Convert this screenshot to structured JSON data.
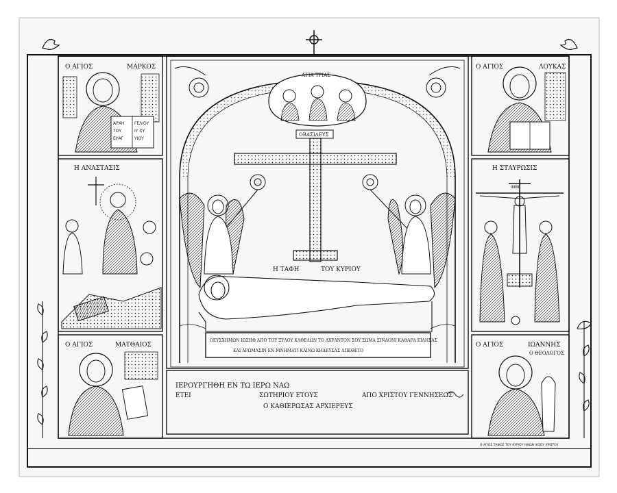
{
  "colors": {
    "ink": "#111111",
    "paper": "#f7f7f5",
    "background": "#ffffff"
  },
  "panels": {
    "mark": {
      "label_left": "Ο ΑΓΙΟΣ",
      "label_right": "ΜΑΡΚΟΣ",
      "book": [
        "ΑΡΧΗ",
        "ΤΟΥ",
        "ΕΥΑΓ",
        "ΓΕΛΙΟΥ",
        "ΙΥ ΧΥ",
        "ΥΙΟΥ"
      ]
    },
    "anastasis": {
      "label": "Η ΑΝΑΣΤΑΣΙΣ"
    },
    "matthew": {
      "label_left": "Ο ΑΓΙΟΣ",
      "label_right": "ΜΑΤΘΑΙΟΣ"
    },
    "luke": {
      "label_left": "Ο ΑΓΙΟΣ",
      "label_right": "ΛΟΥΚΑΣ"
    },
    "crucifixion": {
      "label": "Η ΣΤΑΥΡΩΣΙΣ",
      "inri": "ΙΝΒΙ"
    },
    "john": {
      "label_left": "Ο ΑΓΙΟΣ",
      "label_right": "ΙΩΑΝΝΗΣ",
      "sub": "Ο ΘΕΟΛΟΓΟΣ"
    }
  },
  "center": {
    "trinity_label": "ΑΓΙΑ ΤΡΙΑΣ",
    "cross_title": "ΟΒΑΣΙΛΕΥΣ",
    "cross_left": "Η ΤΑΦΗ",
    "cross_right": "ΤΟΥ ΚΥΡΙΟΥ",
    "tomb_line1": "ΟΕΥΣΧΗΜΩΝ ΙΩΣΗΦ ΑΠΟ ΤΟΥ ΞΥΛΟΥ ΚΑΘΕΛΩΝ ΤΟ ΑΧΡΑΝΤΟΝ ΣΟΥ ΣΩΜΑ ΣΙΝΔΟΝΙ ΚΑΘΑΡΑ ΕΙΛΗΣΑΣ",
    "tomb_line2": "ΚΑΙ ΑΡΩΜΑΣΙΝ ΕΝ ΜΝΗΜΑΤΙ ΚΑΙΝΩ ΚΗΔΕΥΣΑΣ ΑΠΕΘΕΤΟ"
  },
  "inscription": {
    "line1": "ΙΕΡΟΥΡΓΗΘΗ ΕΝ ΤΩ ΙΕΡΩ ΝΑΩ",
    "line2_left": "ΕΤΕΙ",
    "line2_mid": "ΣΩΤΗΡΙΟΥ ΕΤΟΥΣ",
    "line2_right": "ΑΠΟ ΧΡΙΣΤΟΥ ΓΕΝΝΗΣΕΩΣ",
    "line3": "Ο ΚΑΘΙΕΡΩΣΑΣ ΑΡΧΙΕΡΕΥΣ"
  },
  "footer": {
    "credit": "Ο ΑΓΙΟΣ ΤΑΦΟΣ ΤΟΥ ΚΥΡΙΟΥ ΗΜΩΝ ΙΗΣΟΥ ΧΡΙΣΤΟΥ"
  }
}
